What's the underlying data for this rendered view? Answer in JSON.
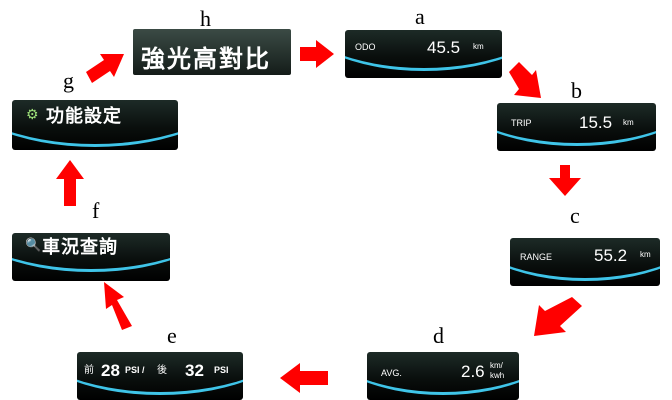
{
  "letters": {
    "a": "a",
    "b": "b",
    "c": "c",
    "d": "d",
    "e": "e",
    "f": "f",
    "g": "g",
    "h": "h"
  },
  "screens": {
    "odo": {
      "label": "ODO",
      "value": "45.5",
      "unit": "km"
    },
    "trip": {
      "label": "TRIP",
      "value": "15.5",
      "unit": "km"
    },
    "range": {
      "label": "RANGE",
      "value": "55.2",
      "unit": "km"
    },
    "avg": {
      "label": "AVG.",
      "value": "2.6",
      "unit_top": "km/",
      "unit_bottom": "kwh"
    },
    "tire": {
      "front_label": "前",
      "front_value": "28",
      "front_unit": "PSI /",
      "rear_label": "後",
      "rear_value": "32",
      "rear_unit": "PSI"
    },
    "vehicle_status": {
      "label": "車況查詢",
      "icon": "search-icon"
    },
    "settings": {
      "label": "功能設定",
      "icon": "gear-icon"
    },
    "contrast": {
      "label": "強光高對比"
    }
  },
  "colors": {
    "arc": "#3fc4e8",
    "arrow": "#ff0000"
  }
}
